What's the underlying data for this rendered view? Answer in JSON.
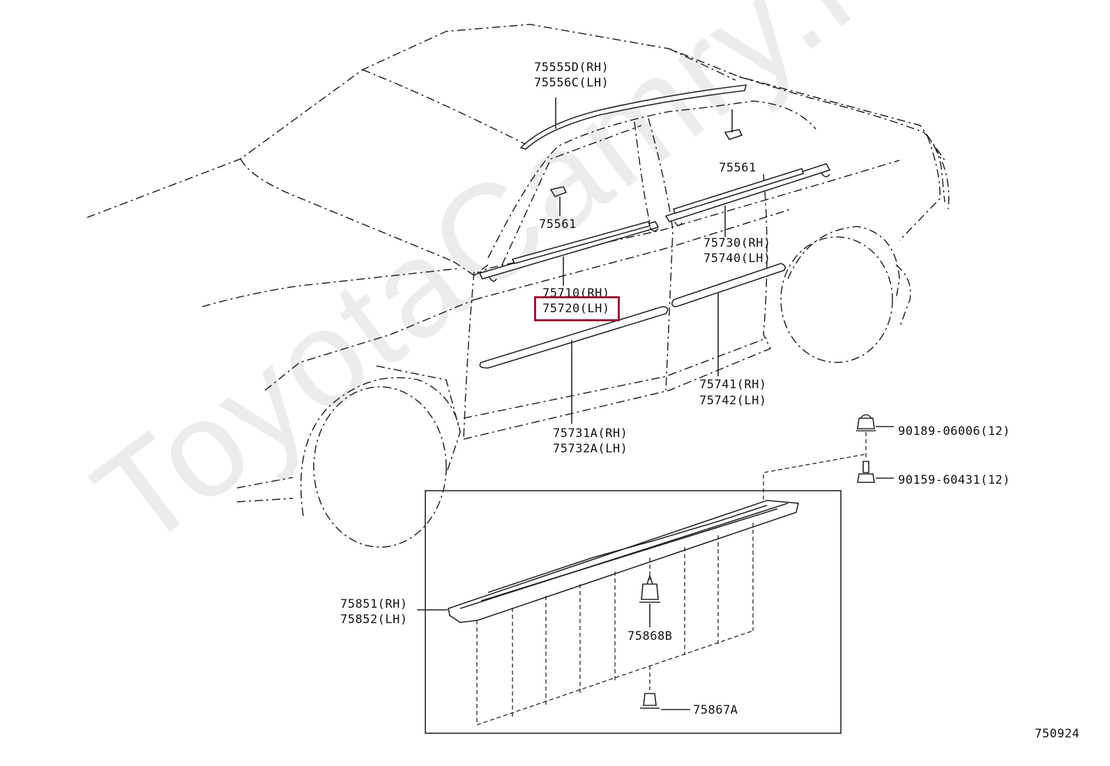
{
  "watermark": "ToyotaCamry.ru",
  "diagram_id": "750924",
  "highlight_color": "#9b1538",
  "labels": {
    "p75555D": "75555D(RH)",
    "p75556C": "75556C(LH)",
    "p75561a": "75561",
    "p75561b": "75561",
    "p75710": "75710(RH)",
    "p75720": "75720(LH)",
    "p75730": "75730(RH)",
    "p75740": "75740(LH)",
    "p75741": "75741(RH)",
    "p75742": "75742(LH)",
    "p75731A": "75731A(RH)",
    "p75732A": "75732A(LH)",
    "p90189": "90189-06006(12)",
    "p90159": "90159-60431(12)",
    "p75851": "75851(RH)",
    "p75852": "75852(LH)",
    "p75868B": "75868B",
    "p75867A": "75867A"
  }
}
